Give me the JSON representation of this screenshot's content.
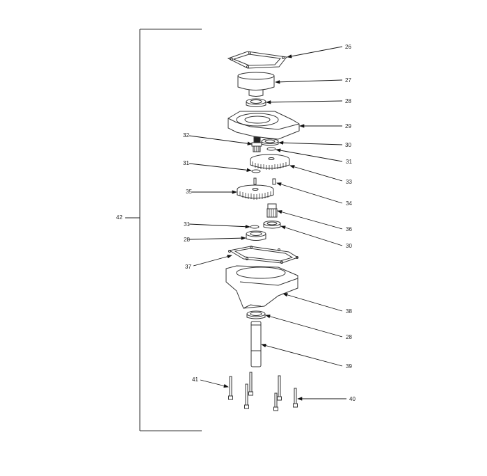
{
  "diagram": {
    "type": "exploded-parts-diagram",
    "assembly_label": "42",
    "parts": [
      {
        "id": "26",
        "label": "26",
        "name": "gasket-top"
      },
      {
        "id": "27",
        "label": "27",
        "name": "cup-cover"
      },
      {
        "id": "28a",
        "label": "28",
        "name": "bearing-top"
      },
      {
        "id": "29",
        "label": "29",
        "name": "upper-housing"
      },
      {
        "id": "32",
        "label": "32",
        "name": "pinion-gear"
      },
      {
        "id": "30a",
        "label": "30",
        "name": "bearing-upper"
      },
      {
        "id": "31a",
        "label": "31",
        "name": "washer-right"
      },
      {
        "id": "31b",
        "label": "31",
        "name": "washer-left"
      },
      {
        "id": "33",
        "label": "33",
        "name": "large-gear-upper"
      },
      {
        "id": "35",
        "label": "35",
        "name": "large-gear-lower"
      },
      {
        "id": "34",
        "label": "34",
        "name": "pin"
      },
      {
        "id": "36",
        "label": "36",
        "name": "spline-shaft"
      },
      {
        "id": "31c",
        "label": "31",
        "name": "washer-lower"
      },
      {
        "id": "30b",
        "label": "30",
        "name": "bearing-lower"
      },
      {
        "id": "28b",
        "label": "28",
        "name": "bearing-mid"
      },
      {
        "id": "37",
        "label": "37",
        "name": "gasket-bottom"
      },
      {
        "id": "38",
        "label": "38",
        "name": "lower-housing"
      },
      {
        "id": "28c",
        "label": "28",
        "name": "bearing-bottom"
      },
      {
        "id": "39",
        "label": "39",
        "name": "output-shaft"
      },
      {
        "id": "41",
        "label": "41",
        "name": "long-screws"
      },
      {
        "id": "40",
        "label": "40",
        "name": "short-screws"
      }
    ]
  }
}
